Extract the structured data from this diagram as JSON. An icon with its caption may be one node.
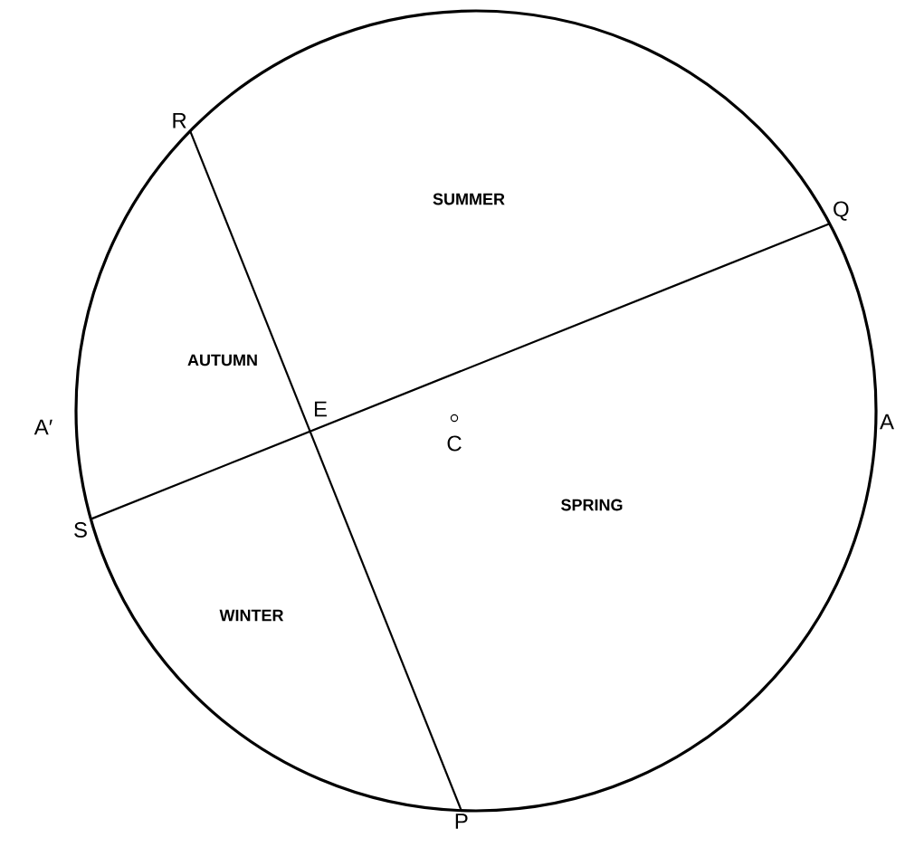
{
  "diagram": {
    "nodes": [
      {
        "text": [
          "R"
        ]
      },
      {
        "text": [
          "Q"
        ]
      },
      {
        "text": [
          "S"
        ]
      },
      {
        "text": [
          "P"
        ]
      }
    ],
    "edges": [
      {
        "from": 0,
        "to": 3,
        "arrow": "none"
      },
      {
        "from": 2,
        "to": 1,
        "arrow": "none"
      }
    ],
    "labels": [
      "SUMMER",
      "AUTUMN",
      "A′",
      "E",
      "C",
      "A",
      "SPRING",
      "WINTER"
    ]
  }
}
